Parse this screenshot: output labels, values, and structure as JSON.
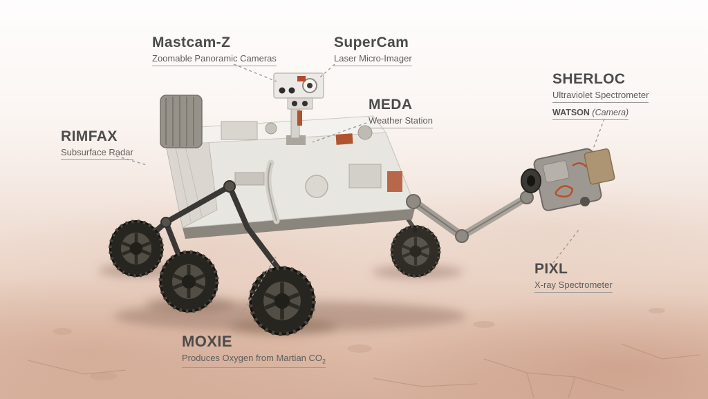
{
  "labels": {
    "mastcam": {
      "title": "Mastcam-Z",
      "subtitle": "Zoomable Panoramic Cameras"
    },
    "supercam": {
      "title": "SuperCam",
      "subtitle": "Laser Micro-Imager"
    },
    "meda": {
      "title": "MEDA",
      "subtitle": "Weather Station"
    },
    "sherloc": {
      "title": "SHERLOC",
      "subtitle": "Ultraviolet Spectrometer",
      "watson": "WATSON",
      "watson_note": "(Camera)"
    },
    "rimfax": {
      "title": "RIMFAX",
      "subtitle": "Subsurface Radar"
    },
    "pixl": {
      "title": "PIXL",
      "subtitle": "X-ray Spectrometer"
    },
    "moxie": {
      "title": "MOXIE",
      "subtitle": "Produces Oxygen from Martian CO",
      "subscript": "2"
    }
  },
  "colors": {
    "label_title": "#4b4b4b",
    "label_subtitle": "#5d5d5d",
    "underline": "#9a9a9a",
    "leader_line": "#9b9b9b",
    "sky_top": "#fefdfd",
    "terrain_bottom": "#d9b5a0"
  },
  "illustration": "mars-perseverance-rover"
}
